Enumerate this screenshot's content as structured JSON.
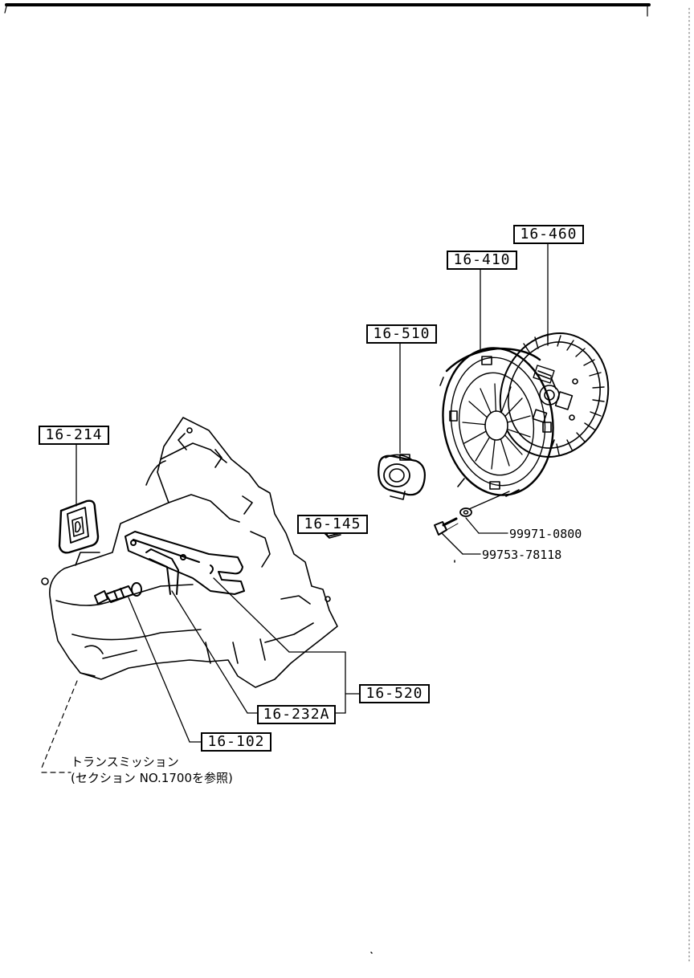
{
  "callouts": {
    "c16460": "16-460",
    "c16410": "16-410",
    "c16510": "16-510",
    "c16214": "16-214",
    "c16145": "16-145",
    "c16520": "16-520",
    "c16232A": "16-232A",
    "c16102": "16-102"
  },
  "part_numbers": {
    "washer": "99971-0800",
    "bolt": "99753-78118"
  },
  "note": {
    "line1": "トランスミッション",
    "line2": "(セクション NO.1700を参照)"
  }
}
